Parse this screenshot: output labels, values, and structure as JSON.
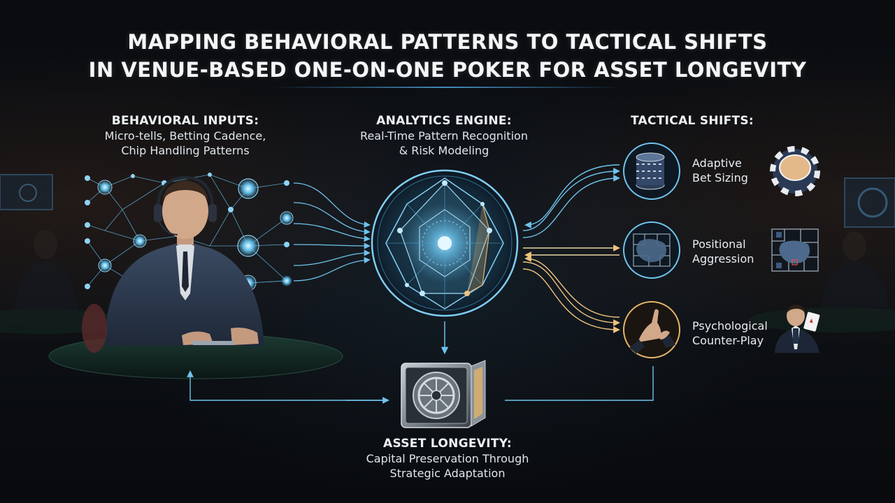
{
  "title": {
    "line1": "MAPPING BEHAVIORAL PATTERNS TO TACTICAL SHIFTS",
    "line2": "IN VENUE-BASED ONE-ON-ONE POKER FOR ASSET LONGEVITY"
  },
  "inputs": {
    "heading": "BEHAVIORAL INPUTS:",
    "line1": "Micro-tells, Betting Cadence,",
    "line2": "Chip Handling Patterns"
  },
  "engine": {
    "heading": "ANALYTICS ENGINE:",
    "line1": "Real-Time Pattern Recognition",
    "line2": "& Risk Modeling"
  },
  "tactical": {
    "heading": "TACTICAL SHIFTS:",
    "items": [
      {
        "line1": "Adaptive",
        "line2": "Bet Sizing",
        "icon": "poker-chip-stack-icon"
      },
      {
        "line1": "Positional",
        "line2": "Aggression",
        "icon": "floor-plan-icon"
      },
      {
        "line1": "Psychological",
        "line2": "Counter-Play",
        "icon": "hand-gesture-icon"
      }
    ]
  },
  "longevity": {
    "heading": "ASSET LONGEVITY:",
    "line1": "Capital Preservation Through",
    "line2": "Strategic Adaptation",
    "icon": "vault-icon"
  },
  "colors": {
    "background": "#07090c",
    "accent_blue": "#4fb3e8",
    "accent_gold": "#e7b46a",
    "text": "#eef2f5"
  }
}
